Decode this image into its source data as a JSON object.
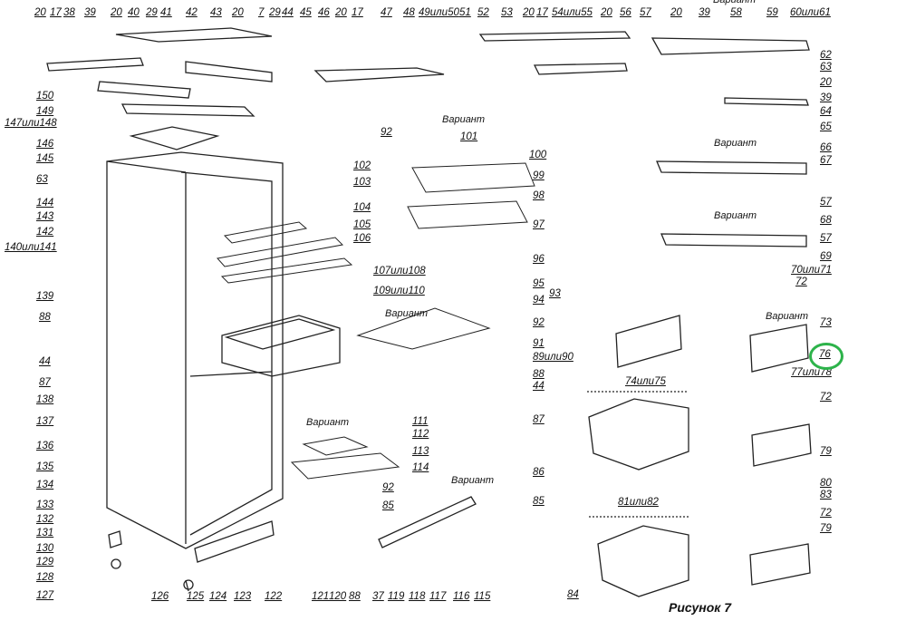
{
  "figure_caption": "Рисунок 7",
  "variant_label": "Вариант",
  "highlight": {
    "label": "76",
    "color": "#2db34a"
  },
  "callouts": [
    "20",
    "17",
    "38",
    "39",
    "20",
    "40",
    "29",
    "41",
    "42",
    "43",
    "20",
    "7",
    "29",
    "44",
    "45",
    "46",
    "20",
    "17",
    "47",
    "48",
    "49или50",
    "51",
    "52",
    "53",
    "20",
    "17",
    "54или55",
    "20",
    "56",
    "57",
    "20",
    "39",
    "58",
    "59",
    "60или61",
    "62",
    "63",
    "20",
    "39",
    "64",
    "65",
    "66",
    "67",
    "57",
    "68",
    "57",
    "69",
    "70или71",
    "72",
    "73",
    "76",
    "77или78",
    "72",
    "79",
    "80",
    "83",
    "72",
    "79",
    "81или82",
    "74или75",
    "84",
    "92",
    "101",
    "100",
    "102",
    "103",
    "99",
    "98",
    "104",
    "105",
    "97",
    "106",
    "96",
    "107или108",
    "109или110",
    "95",
    "94",
    "93",
    "92",
    "91",
    "89или90",
    "88",
    "44",
    "87",
    "111",
    "112",
    "113",
    "114",
    "92",
    "85",
    "86",
    "85",
    "126",
    "125",
    "124",
    "123",
    "122",
    "121",
    "120",
    "88",
    "37",
    "119",
    "118",
    "117",
    "116",
    "115",
    "150",
    "149",
    "147или148",
    "146",
    "145",
    "63",
    "144",
    "143",
    "142",
    "140или141",
    "139",
    "88",
    "44",
    "87",
    "138",
    "137",
    "136",
    "135",
    "134",
    "133",
    "132",
    "131",
    "130",
    "129",
    "128",
    "127"
  ]
}
